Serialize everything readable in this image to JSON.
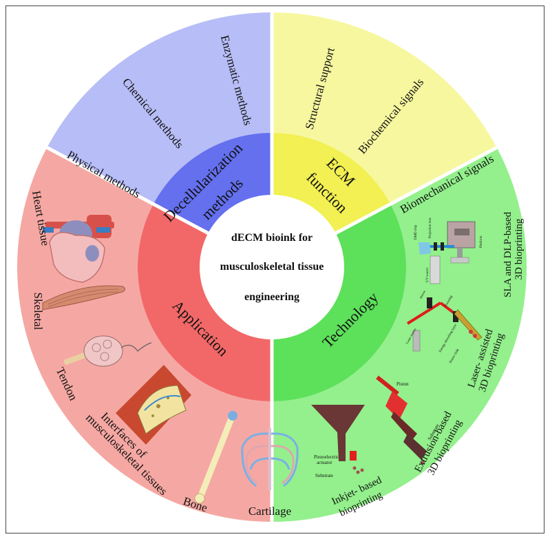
{
  "center": {
    "line1": "dECM  bioink for",
    "line2": "musculoskeletal   tissue",
    "line3": "engineering"
  },
  "colors": {
    "decell_outer": "#b7bdf6",
    "decell_inner": "#6470ee",
    "ecm_outer": "#f7f7a0",
    "ecm_inner": "#f2f052",
    "tech_outer": "#93f08c",
    "tech_inner": "#5de05a",
    "app_outer": "#f5a8a3",
    "app_inner": "#f26868"
  },
  "sections": {
    "decellularization": {
      "title1": "Decellularization",
      "title2": "methods",
      "items": [
        "Physical  methods",
        "Chemical methods",
        "Enzymatic  methods"
      ]
    },
    "ecm": {
      "title1": "ECM",
      "title2": "function",
      "items": [
        "Structural support",
        "Biochemical signals",
        "Biomechanical signals"
      ]
    },
    "technology": {
      "title": "Technology",
      "items": [
        {
          "line1": "SLA and DLP-based",
          "line2": "3D bioprinting"
        },
        {
          "line1": "Laser- assisted",
          "line2": "3D bioprinting"
        },
        {
          "line1": "Extrusion-based",
          "line2": "3D bioprinting"
        },
        {
          "line1": "Inkjet- based",
          "line2": "bioprinting"
        }
      ],
      "annotations": {
        "piston": "Piston",
        "substrate": "Substrate",
        "substrate2": "Substrate",
        "piezo1": "Piezoelectric",
        "piezo2": "actuator",
        "laser": "Laser source",
        "energy": "Energy absorbing layer",
        "donor": "Donor slide",
        "mirror": "mirror",
        "focusing": "Focusing",
        "uv": "UV source",
        "projection": "Projection lens",
        "dmd": "DMD chip",
        "platform": "Platform"
      }
    },
    "application": {
      "title": "Application",
      "items": [
        "Heart tissue",
        "Skeletal",
        "Tendon",
        "Interfaces of",
        "musculoskeletal   tissues",
        "Bone",
        "Cartilage"
      ]
    }
  }
}
